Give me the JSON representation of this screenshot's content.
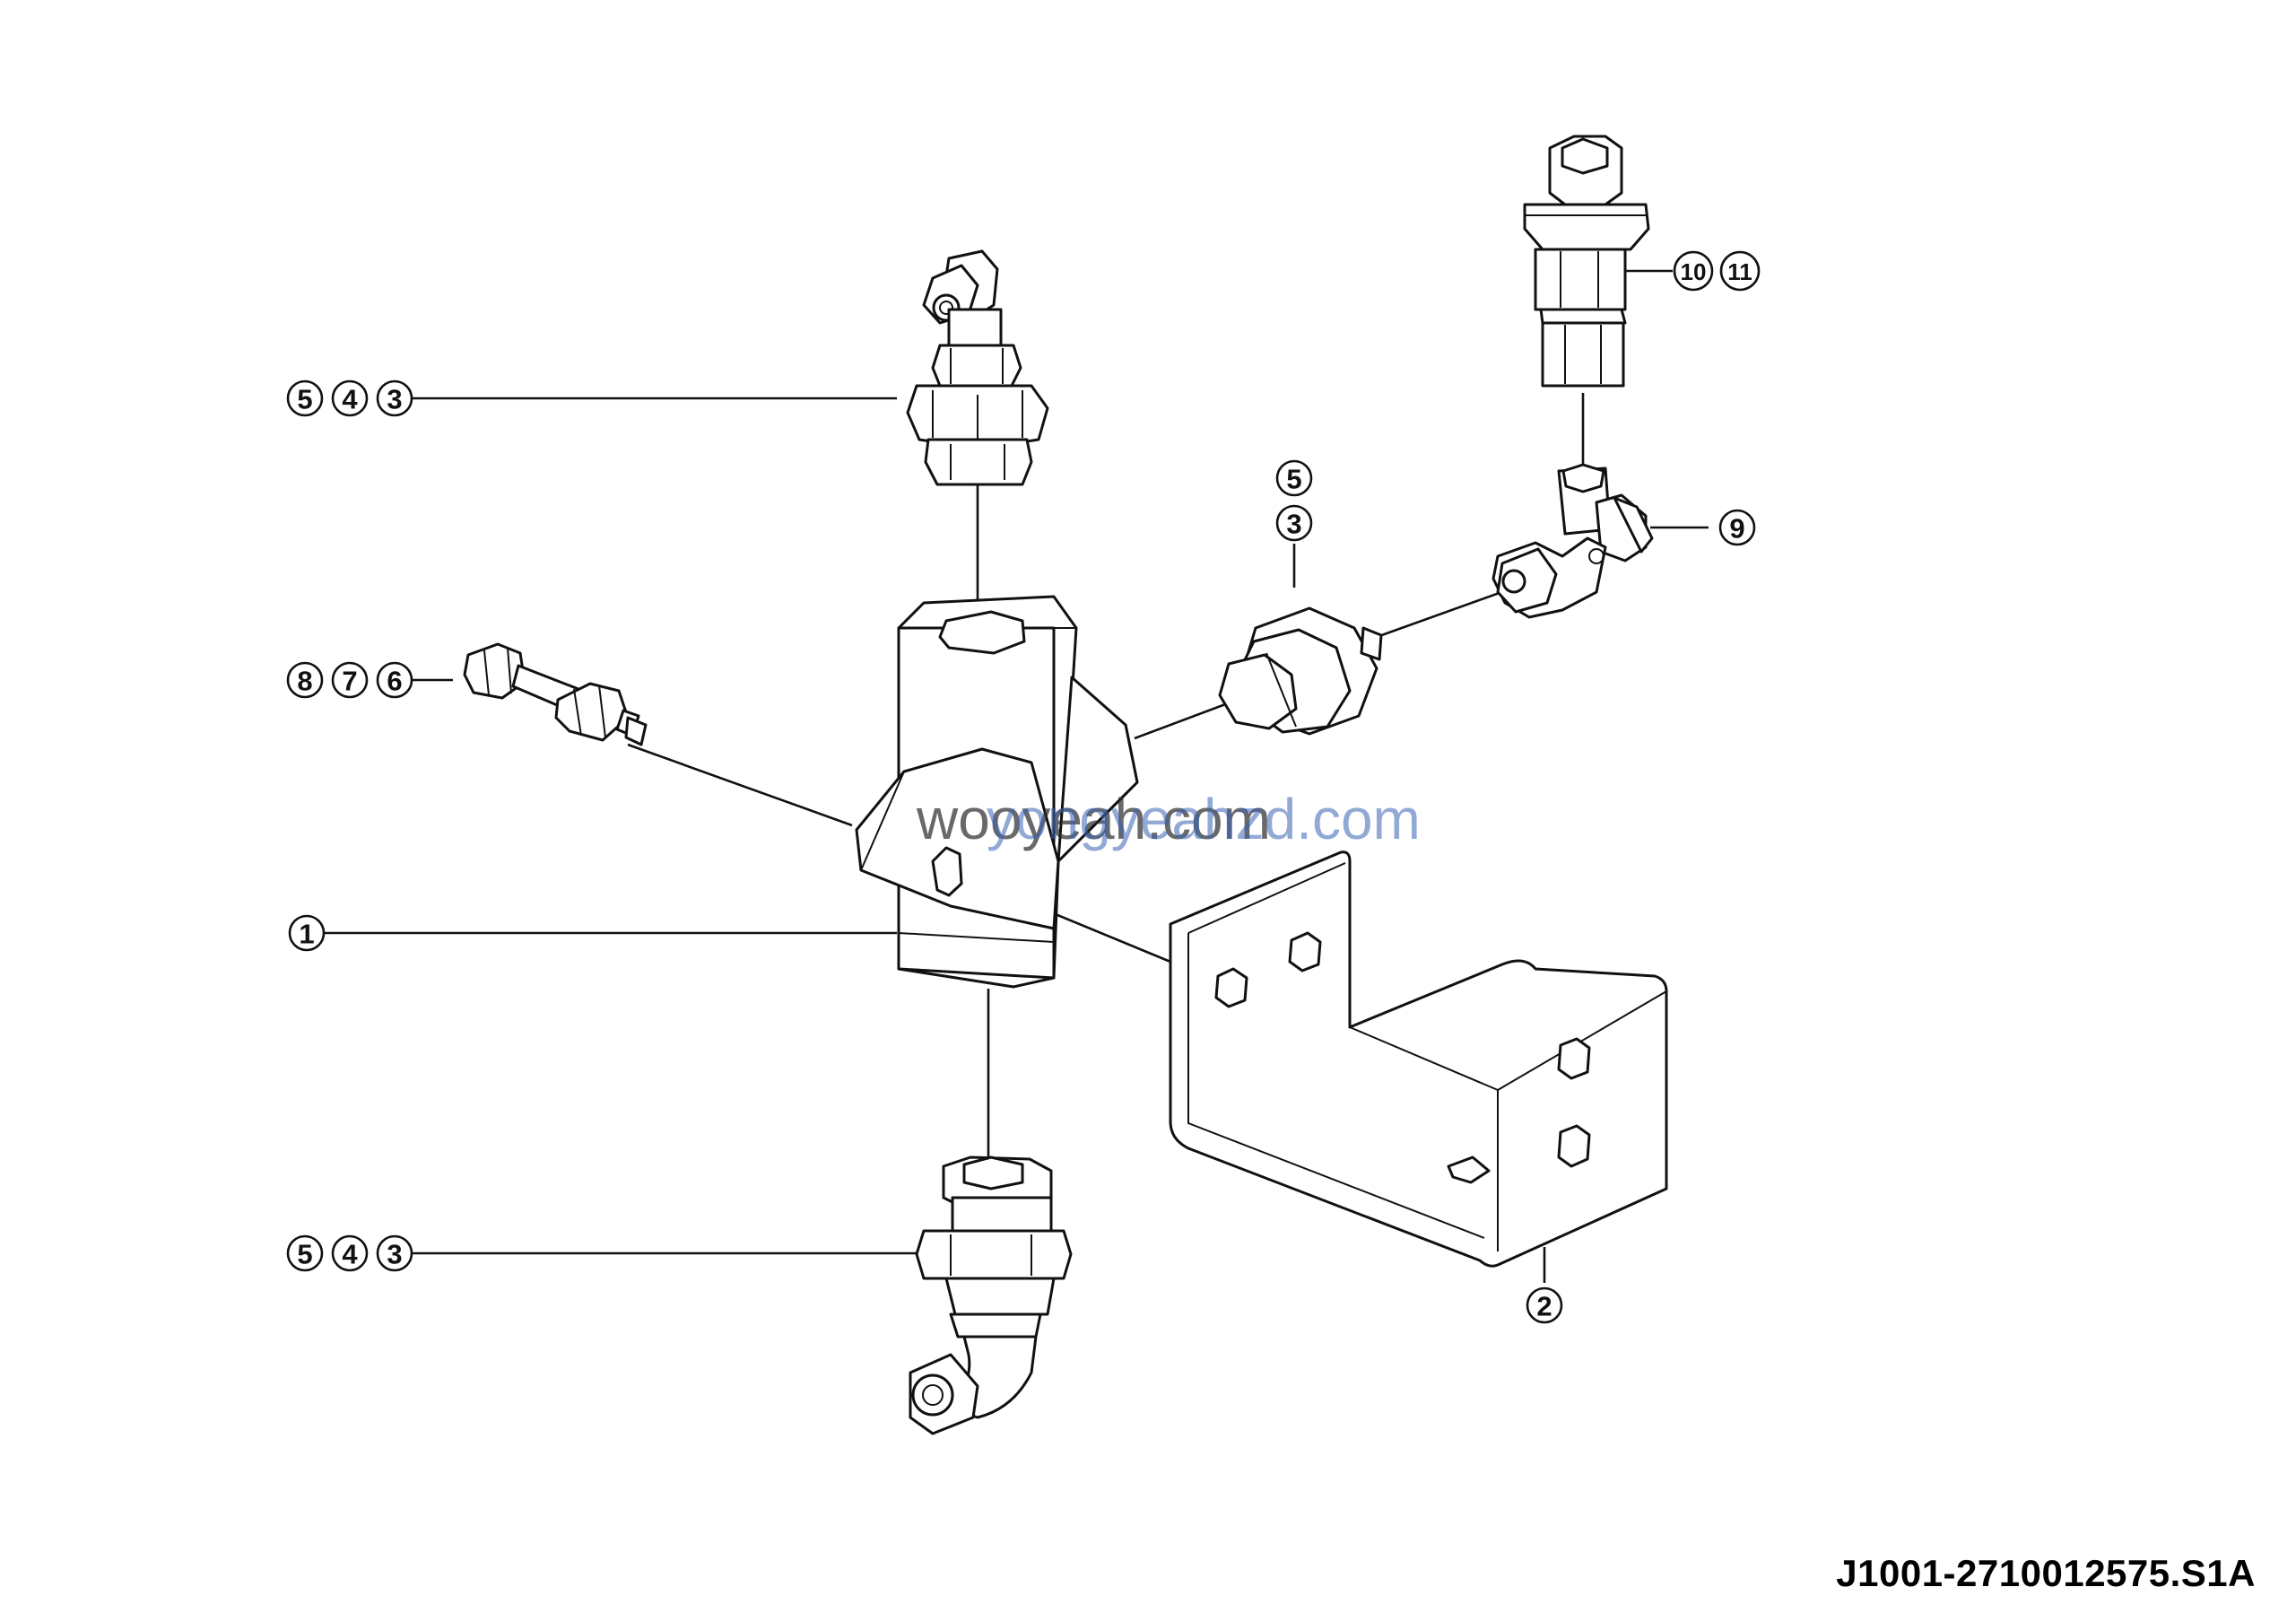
{
  "diagram": {
    "callouts": {
      "top_left": [
        "5",
        "4",
        "3"
      ],
      "left_bolt": [
        "8",
        "7",
        "6"
      ],
      "body": [
        "1"
      ],
      "bottom_left": [
        "5",
        "4",
        "3"
      ],
      "center_vertical": [
        "5",
        "3"
      ],
      "tee": [
        "9"
      ],
      "top_right": [
        "10",
        "11"
      ],
      "bracket": [
        "2"
      ]
    },
    "watermark_1": "wooyeah.com",
    "watermark_2": "yongyeahzd.com",
    "document_id": "J1001-2710012575.S1A"
  }
}
